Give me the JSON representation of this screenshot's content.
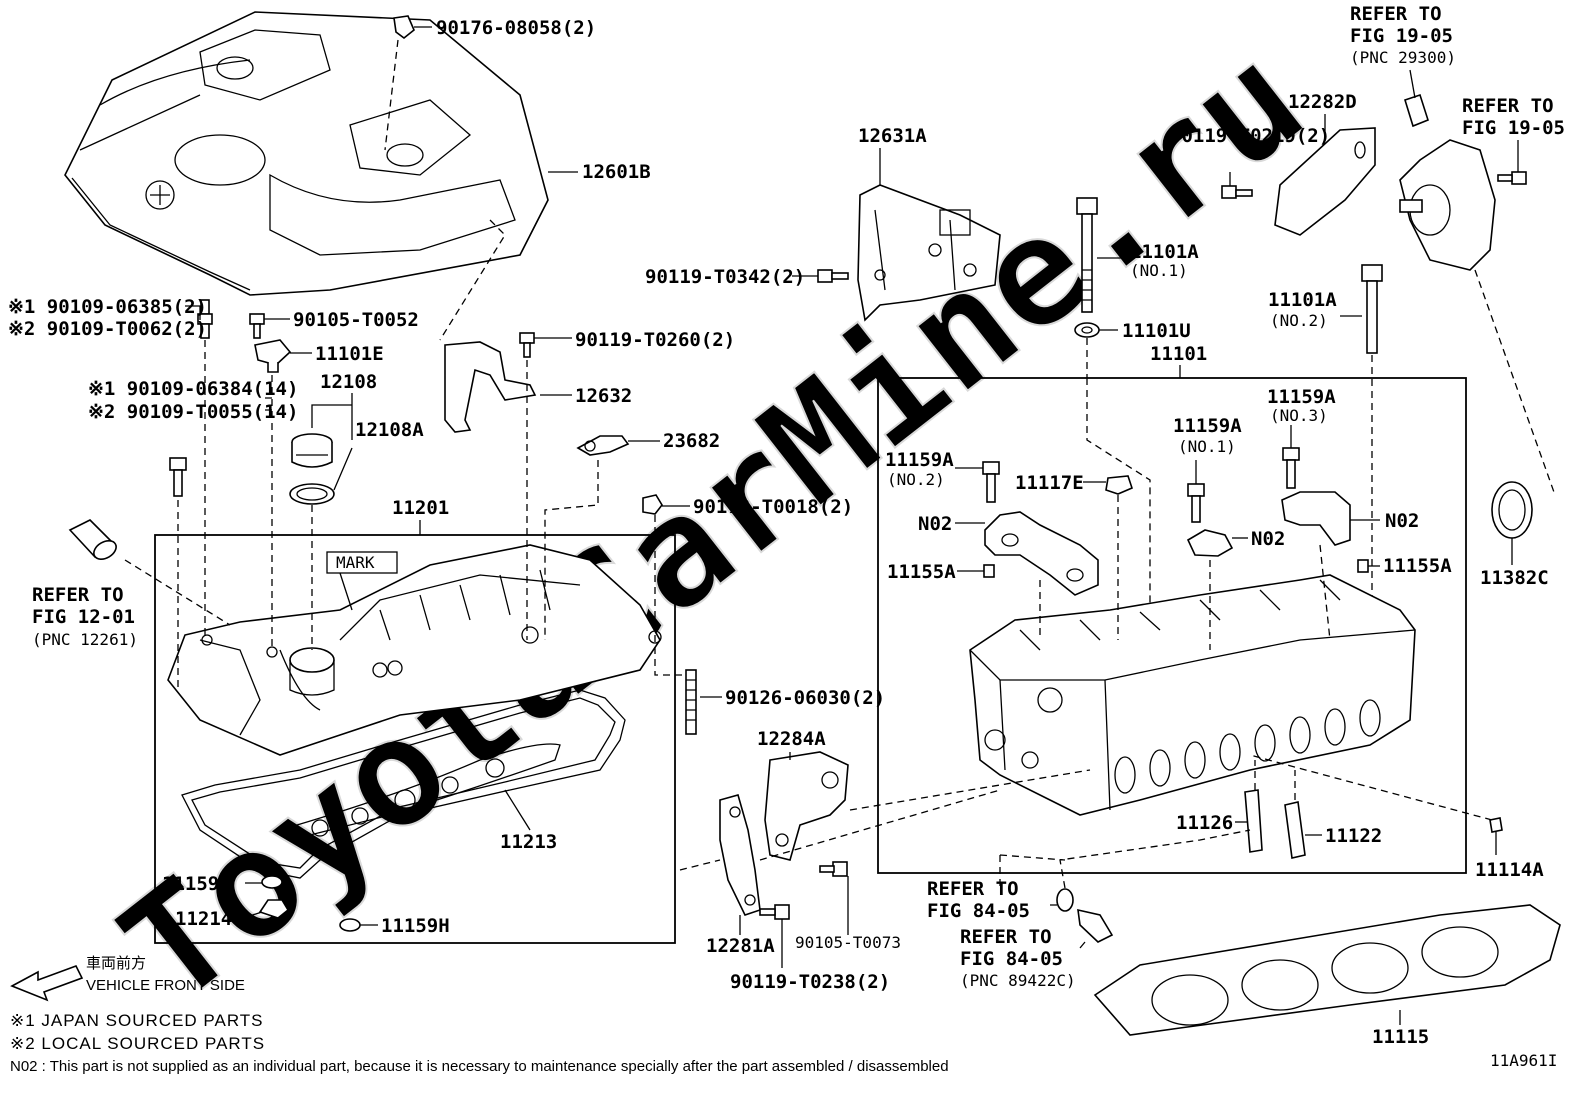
{
  "watermark": "ToyotaCarMine.ru",
  "figure_code": "11A961I",
  "vehicle_front": {
    "jp": "車両前方",
    "en": "VEHICLE FRONT SIDE"
  },
  "notes": {
    "n1": "※1 JAPAN SOURCED PARTS",
    "n2": "※2 LOCAL SOURCED PARTS",
    "n02": "N02 : This part is not supplied as an individual part, because it is necessary to maintenance specially after the part assembled / disassembled"
  },
  "mark_tag": "MARK",
  "refs": {
    "r1": {
      "l1": "REFER TO",
      "l2": "FIG 12-01",
      "l3": "(PNC 12261)"
    },
    "r2": {
      "l1": "REFER TO",
      "l2": "FIG 19-05",
      "l3": "(PNC 29300)"
    },
    "r3": {
      "l1": "REFER TO",
      "l2": "FIG 19-05"
    },
    "r4": {
      "l1": "REFER TO",
      "l2": "FIG 84-05"
    },
    "r5": {
      "l1": "REFER TO",
      "l2": "FIG 84-05",
      "l3": "(PNC 89422C)"
    }
  },
  "parts": {
    "p90176": "90176-08058(2)",
    "p12601B": "12601B",
    "p90109a1": "※1 90109-06385(2)",
    "p90109a2": "※2 90109-T0062(2)",
    "p90105a": "90105-T0052",
    "p11101E": "11101E",
    "p12108": "12108",
    "p12108A": "12108A",
    "p90109b1": "※1 90109-06384(14)",
    "p90109b2": "※2 90109-T0055(14)",
    "p90119a": "90119-T0260(2)",
    "p12632": "12632",
    "p23682": "23682",
    "p90178": "90178-T0018(2)",
    "p11201": "11201",
    "p90126": "90126-06030(2)",
    "p11213": "11213",
    "p11159H1": "11159H",
    "p11214": "11214",
    "p11159H2": "11159H",
    "p12631A": "12631A",
    "p90119b": "90119-T0342(2)",
    "p12282D": "12282D",
    "p90119c": "90119-T0219(2)",
    "p11101A1": "11101A",
    "p11101A1n": "(NO.1)",
    "p11101U": "11101U",
    "p11101": "11101",
    "p11101A2": "11101A",
    "p11101A2n": "(NO.2)",
    "p11159A1": "11159A",
    "p11159A1n": "(NO.2)",
    "p11117E": "11117E",
    "p11159A2": "11159A",
    "p11159A2n": "(NO.1)",
    "p11159A3": "11159A",
    "p11159A3n": "(NO.3)",
    "pN02a": "N02",
    "pN02b": "N02",
    "pN02c": "N02",
    "p11155A1": "11155A",
    "p11155A2": "11155A",
    "p11382C": "11382C",
    "p12284A": "12284A",
    "p12281A": "12281A",
    "p90105b": "90105-T0073",
    "p90119d": "90119-T0238(2)",
    "p11126": "11126",
    "p11122": "11122",
    "p11114A": "11114A",
    "p11115": "11115"
  }
}
